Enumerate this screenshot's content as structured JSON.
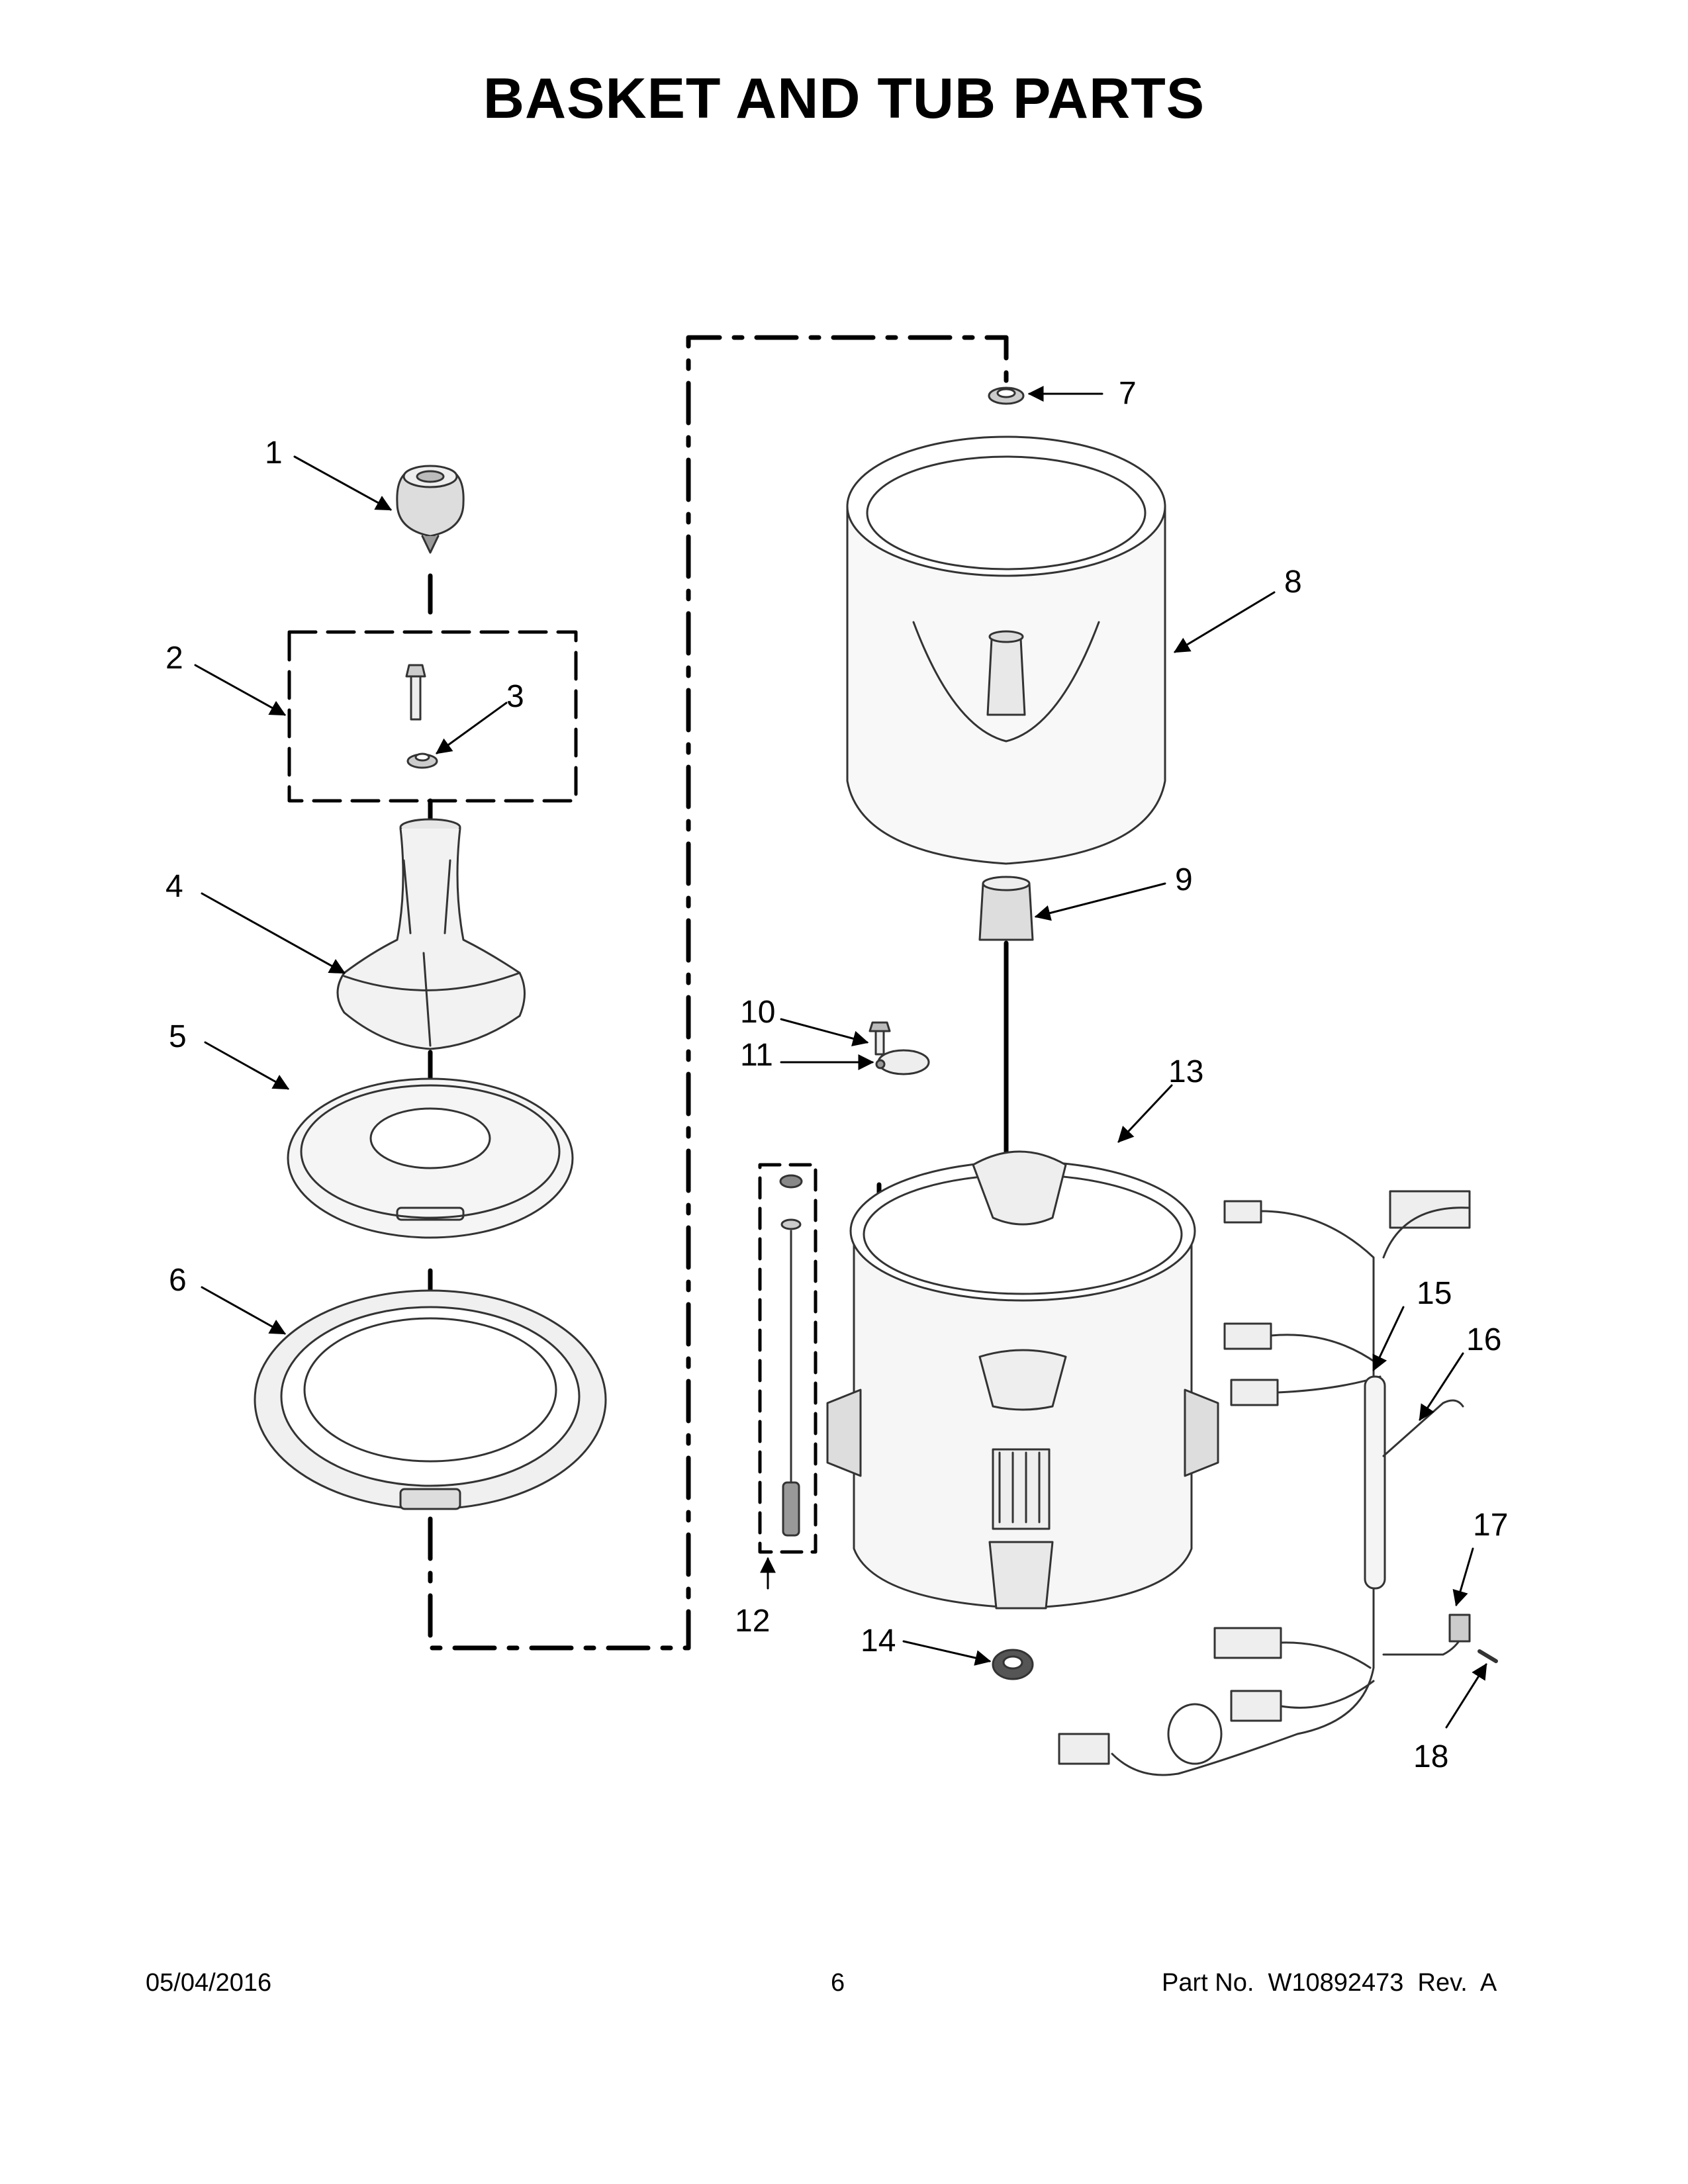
{
  "title": "BASKET AND TUB PARTS",
  "callouts": [
    "1",
    "2",
    "3",
    "4",
    "5",
    "6",
    "7",
    "8",
    "9",
    "10",
    "11",
    "12",
    "13",
    "14",
    "15",
    "16",
    "17",
    "18"
  ],
  "footer": {
    "date": "05/04/2016",
    "page": "6",
    "part_no": "Part No.  W10892473  Rev.  A"
  }
}
